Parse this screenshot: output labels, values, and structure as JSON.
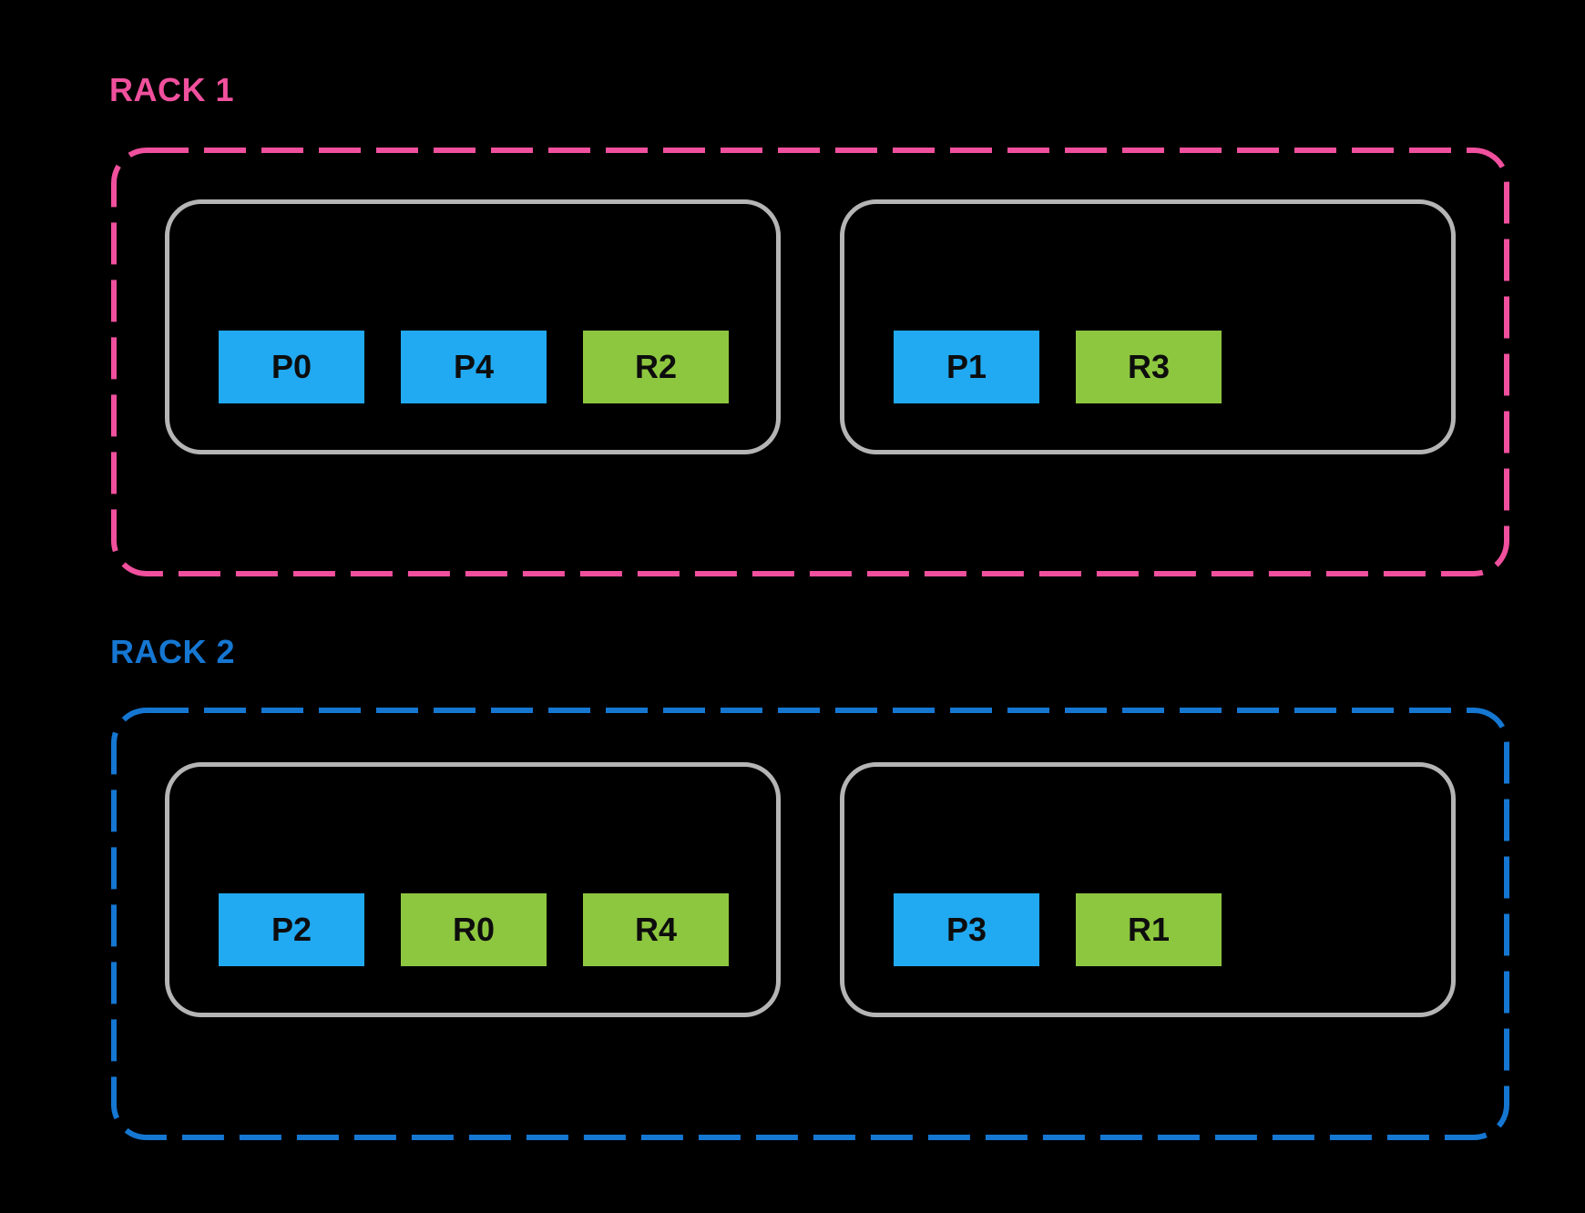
{
  "colors": {
    "background": "#000000",
    "rack1_accent": "#F0509D",
    "rack2_accent": "#1577D2",
    "host_border": "#B5B5B5",
    "p_block": "#21A9F1",
    "r_block": "#8DC63F",
    "block_text": "#0D0D0D"
  },
  "racks": [
    {
      "label": "RACK 1",
      "hosts": [
        {
          "blocks": [
            {
              "label": "P0",
              "kind": "p"
            },
            {
              "label": "P4",
              "kind": "p"
            },
            {
              "label": "R2",
              "kind": "r"
            }
          ]
        },
        {
          "blocks": [
            {
              "label": "P1",
              "kind": "p"
            },
            {
              "label": "R3",
              "kind": "r"
            }
          ]
        }
      ]
    },
    {
      "label": "RACK 2",
      "hosts": [
        {
          "blocks": [
            {
              "label": "P2",
              "kind": "p"
            },
            {
              "label": "R0",
              "kind": "r"
            },
            {
              "label": "R4",
              "kind": "r"
            }
          ]
        },
        {
          "blocks": [
            {
              "label": "P3",
              "kind": "p"
            },
            {
              "label": "R1",
              "kind": "r"
            }
          ]
        }
      ]
    }
  ]
}
